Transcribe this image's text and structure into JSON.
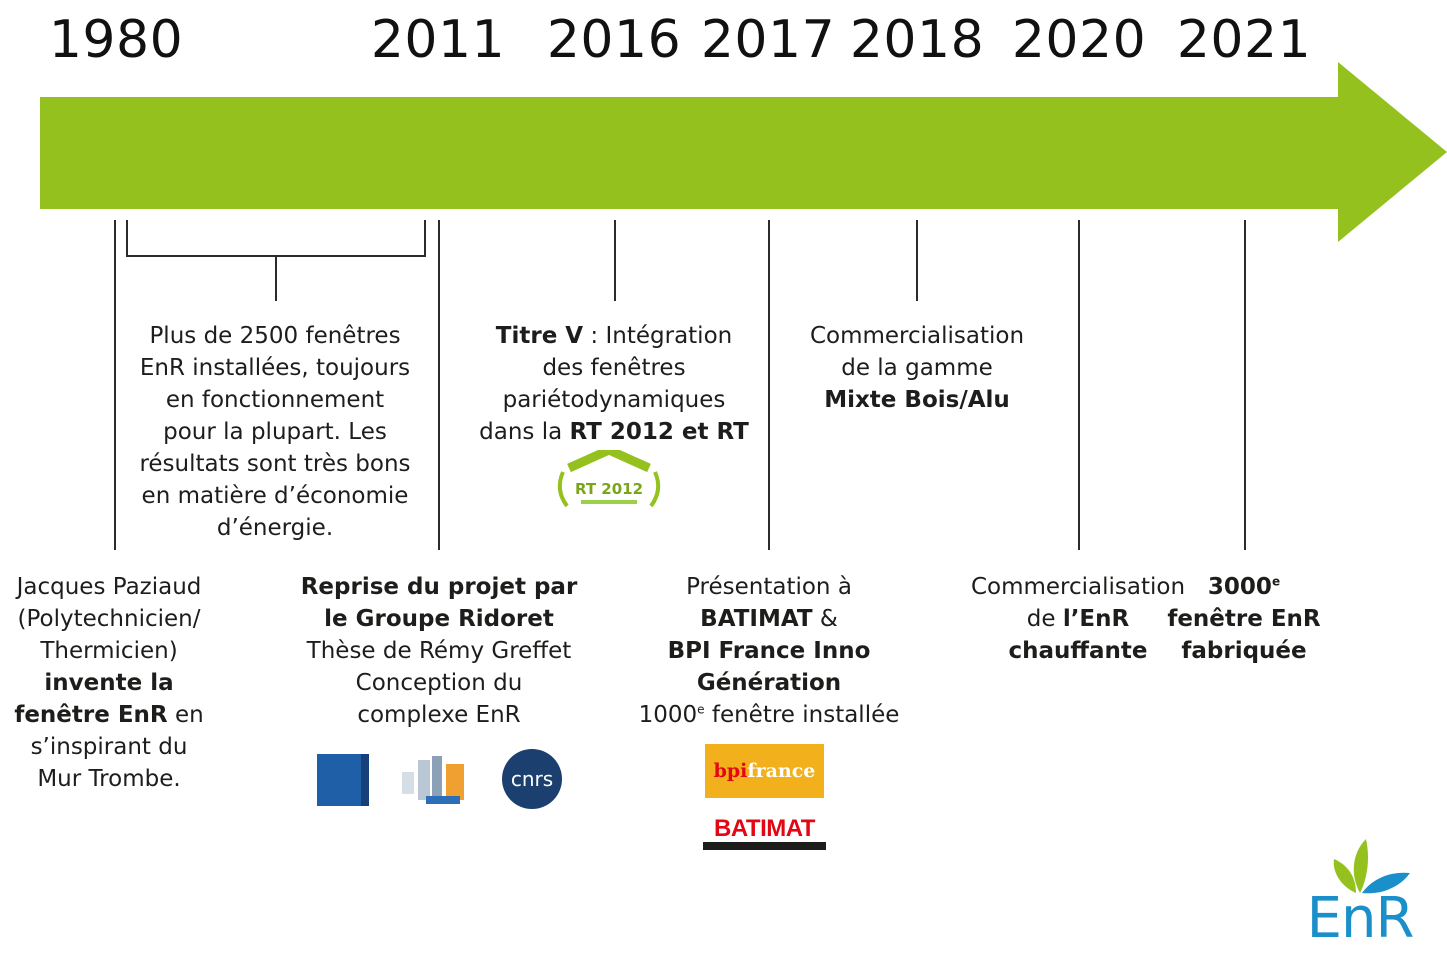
{
  "years": [
    "1980",
    "2011",
    "2016",
    "2017",
    "2018",
    "2020",
    "2021"
  ],
  "entries": {
    "e1980": {
      "lines": [
        "Jacques Paziaud",
        "(Polytechnicien/",
        "Thermicien)"
      ],
      "bold1": "invente la",
      "bold2": "fenêtre EnR",
      "after_bold2": " en",
      "rest": [
        "s’inspirant du",
        "Mur Trombe."
      ]
    },
    "bracket_text": [
      "Plus de 2500 fenêtres",
      "EnR installées, toujours",
      "en fonctionnement",
      "pour la plupart. Les",
      "résultats sont très bons",
      "en matière d’économie",
      "d’énergie."
    ],
    "e2011": {
      "bold": [
        "Reprise du projet par",
        "le Groupe Ridoret"
      ],
      "lines": [
        "Thèse de Rémy Greffet",
        "Conception du",
        "complexe EnR"
      ]
    },
    "e2016": {
      "bold1": "Titre V",
      "l1_rest": " : Intégration",
      "l2": "des fenêtres",
      "l3": "pariétodynamiques",
      "l4_pre": "dans la ",
      "l4_bold": "RT 2012 et RT"
    },
    "e2017": {
      "l1": "Présentation à",
      "l2_bold": "BATIMAT",
      "l2_rest": " &",
      "l3_bold": "BPI France Inno",
      "l4_bold": "Génération",
      "l5_num": "1000",
      "l5_sup": "e",
      "l5_rest": " fenêtre installée"
    },
    "e2018": {
      "l1": "Commercialisation",
      "l2": "de la gamme",
      "l3_bold": "Mixte Bois/Alu"
    },
    "e2020": {
      "l1": "Commercialisation",
      "l2_pre": "de ",
      "l2_bold": "l’EnR",
      "l3_bold": "chauffante"
    },
    "e2021": {
      "l1_num": "3000",
      "l1_sup": "e",
      "l2_bold": "fenêtre EnR",
      "l3_bold": "fabriquée"
    }
  },
  "logos": {
    "rt2012": "RT 2012",
    "cnrs": "cnrs",
    "bpi_a": "bpi",
    "bpi_b": "france",
    "batimat": "BATIMAT",
    "enr": "EnR"
  },
  "colors": {
    "arrow": "#95c11f",
    "text": "#1d1d1b",
    "bpi_bg": "#f2b01c",
    "batimat_red": "#e30613",
    "enr_blue": "#1a8fc9",
    "enr_green": "#95c11f"
  }
}
